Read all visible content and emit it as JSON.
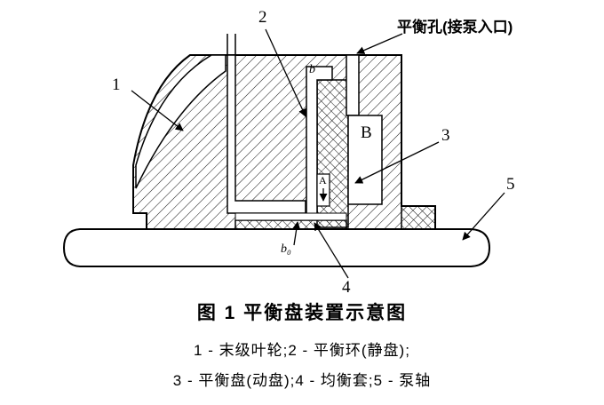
{
  "ink": "#000000",
  "paper": "#ffffff",
  "figure": {
    "top_annotation": "平衡孔(接泵入口)",
    "caption": "图 1  平衡盘装置示意图",
    "legend": [
      "1 - 末级叶轮;2 - 平衡环(静盘);",
      "3 - 平衡盘(动盘);4 - 均衡套;5 - 泵轴"
    ],
    "part_labels": {
      "p1": "1",
      "p2": "2",
      "p3": "3",
      "p4": "4",
      "p5": "5"
    },
    "letters": {
      "b": "b",
      "B": "B",
      "A": "A",
      "b0": "b₀"
    }
  }
}
